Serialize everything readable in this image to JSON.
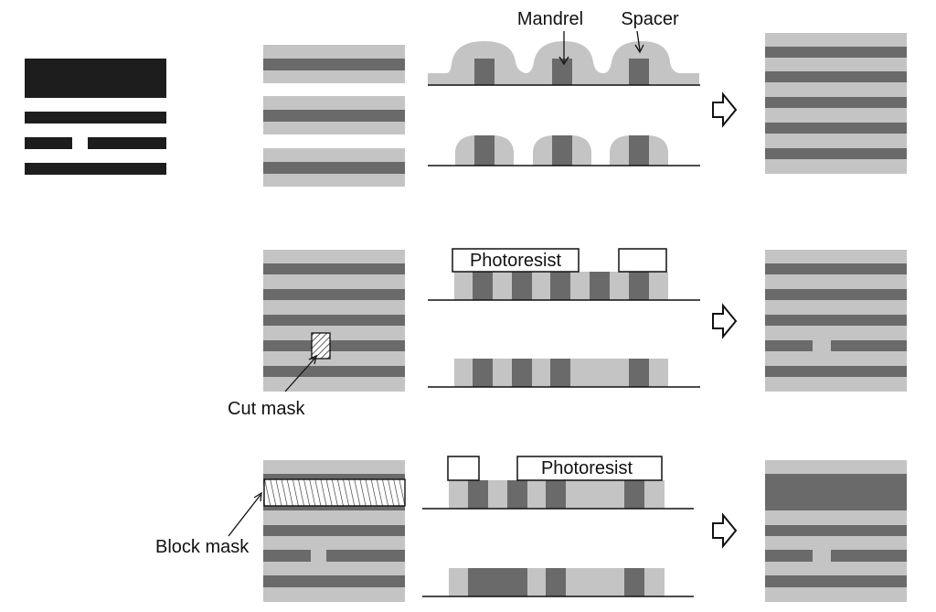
{
  "labels": {
    "mandrel": "Mandrel",
    "spacer": "Spacer",
    "photoresist_1": "Photoresist",
    "photoresist_2": "Photoresist",
    "cut_mask": "Cut mask",
    "block_mask": "Block mask"
  },
  "colors": {
    "dark": "#1d1d1d",
    "mid": "#6a6a6a",
    "light": "#c4c4c4",
    "line": "#111111",
    "white": "#ffffff"
  },
  "icons": {
    "process_arrow": "right-outline-arrow-icon"
  }
}
